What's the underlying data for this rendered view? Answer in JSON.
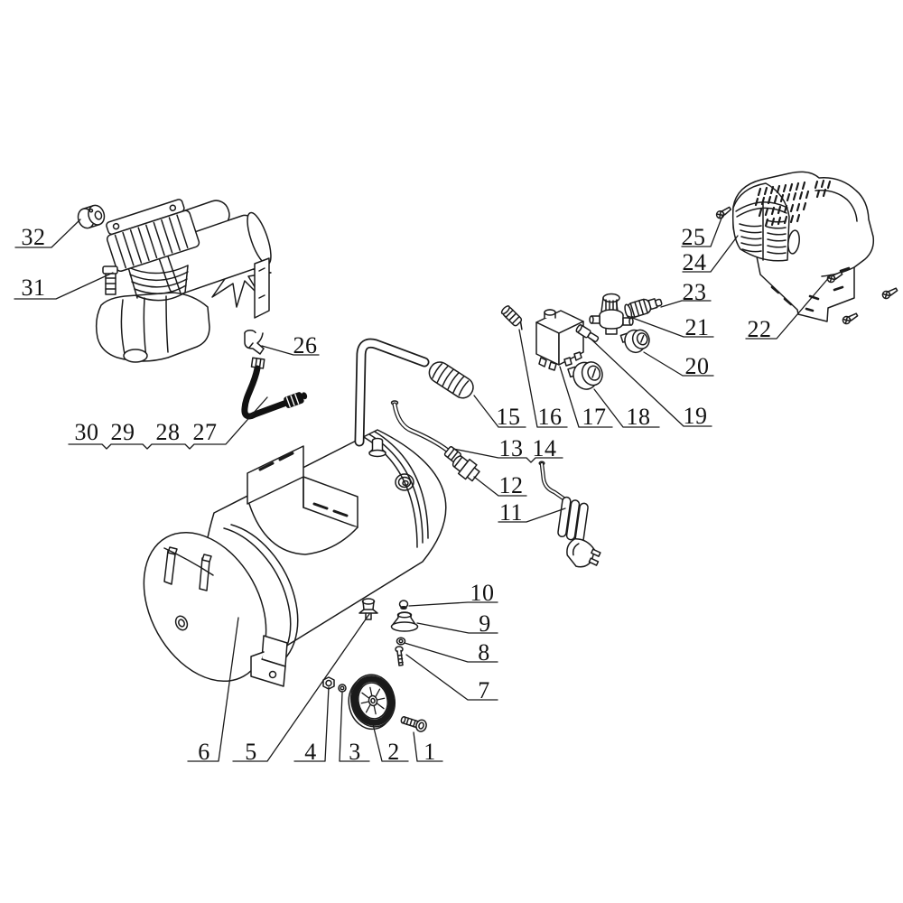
{
  "page": {
    "background": "#ffffff",
    "line_color": "#1a1a1a",
    "label_color": "#111111"
  },
  "diagram": {
    "kind": "exploded-parts-diagram",
    "subject": "air compressor parts figure",
    "part_count": 32,
    "bracket_groups": [
      [
        "13",
        "14"
      ],
      [
        "27",
        "28",
        "29",
        "30"
      ]
    ],
    "callouts": [
      {
        "label": "1"
      },
      {
        "label": "2"
      },
      {
        "label": "3"
      },
      {
        "label": "4"
      },
      {
        "label": "5"
      },
      {
        "label": "6"
      },
      {
        "label": "7"
      },
      {
        "label": "8"
      },
      {
        "label": "9"
      },
      {
        "label": "10"
      },
      {
        "label": "11"
      },
      {
        "label": "12"
      },
      {
        "label": "13"
      },
      {
        "label": "14"
      },
      {
        "label": "15"
      },
      {
        "label": "16"
      },
      {
        "label": "17"
      },
      {
        "label": "18"
      },
      {
        "label": "19"
      },
      {
        "label": "20"
      },
      {
        "label": "21"
      },
      {
        "label": "22"
      },
      {
        "label": "23"
      },
      {
        "label": "24"
      },
      {
        "label": "25"
      },
      {
        "label": "26"
      },
      {
        "label": "27"
      },
      {
        "label": "28"
      },
      {
        "label": "29"
      },
      {
        "label": "30"
      },
      {
        "label": "31"
      },
      {
        "label": "32"
      }
    ]
  }
}
